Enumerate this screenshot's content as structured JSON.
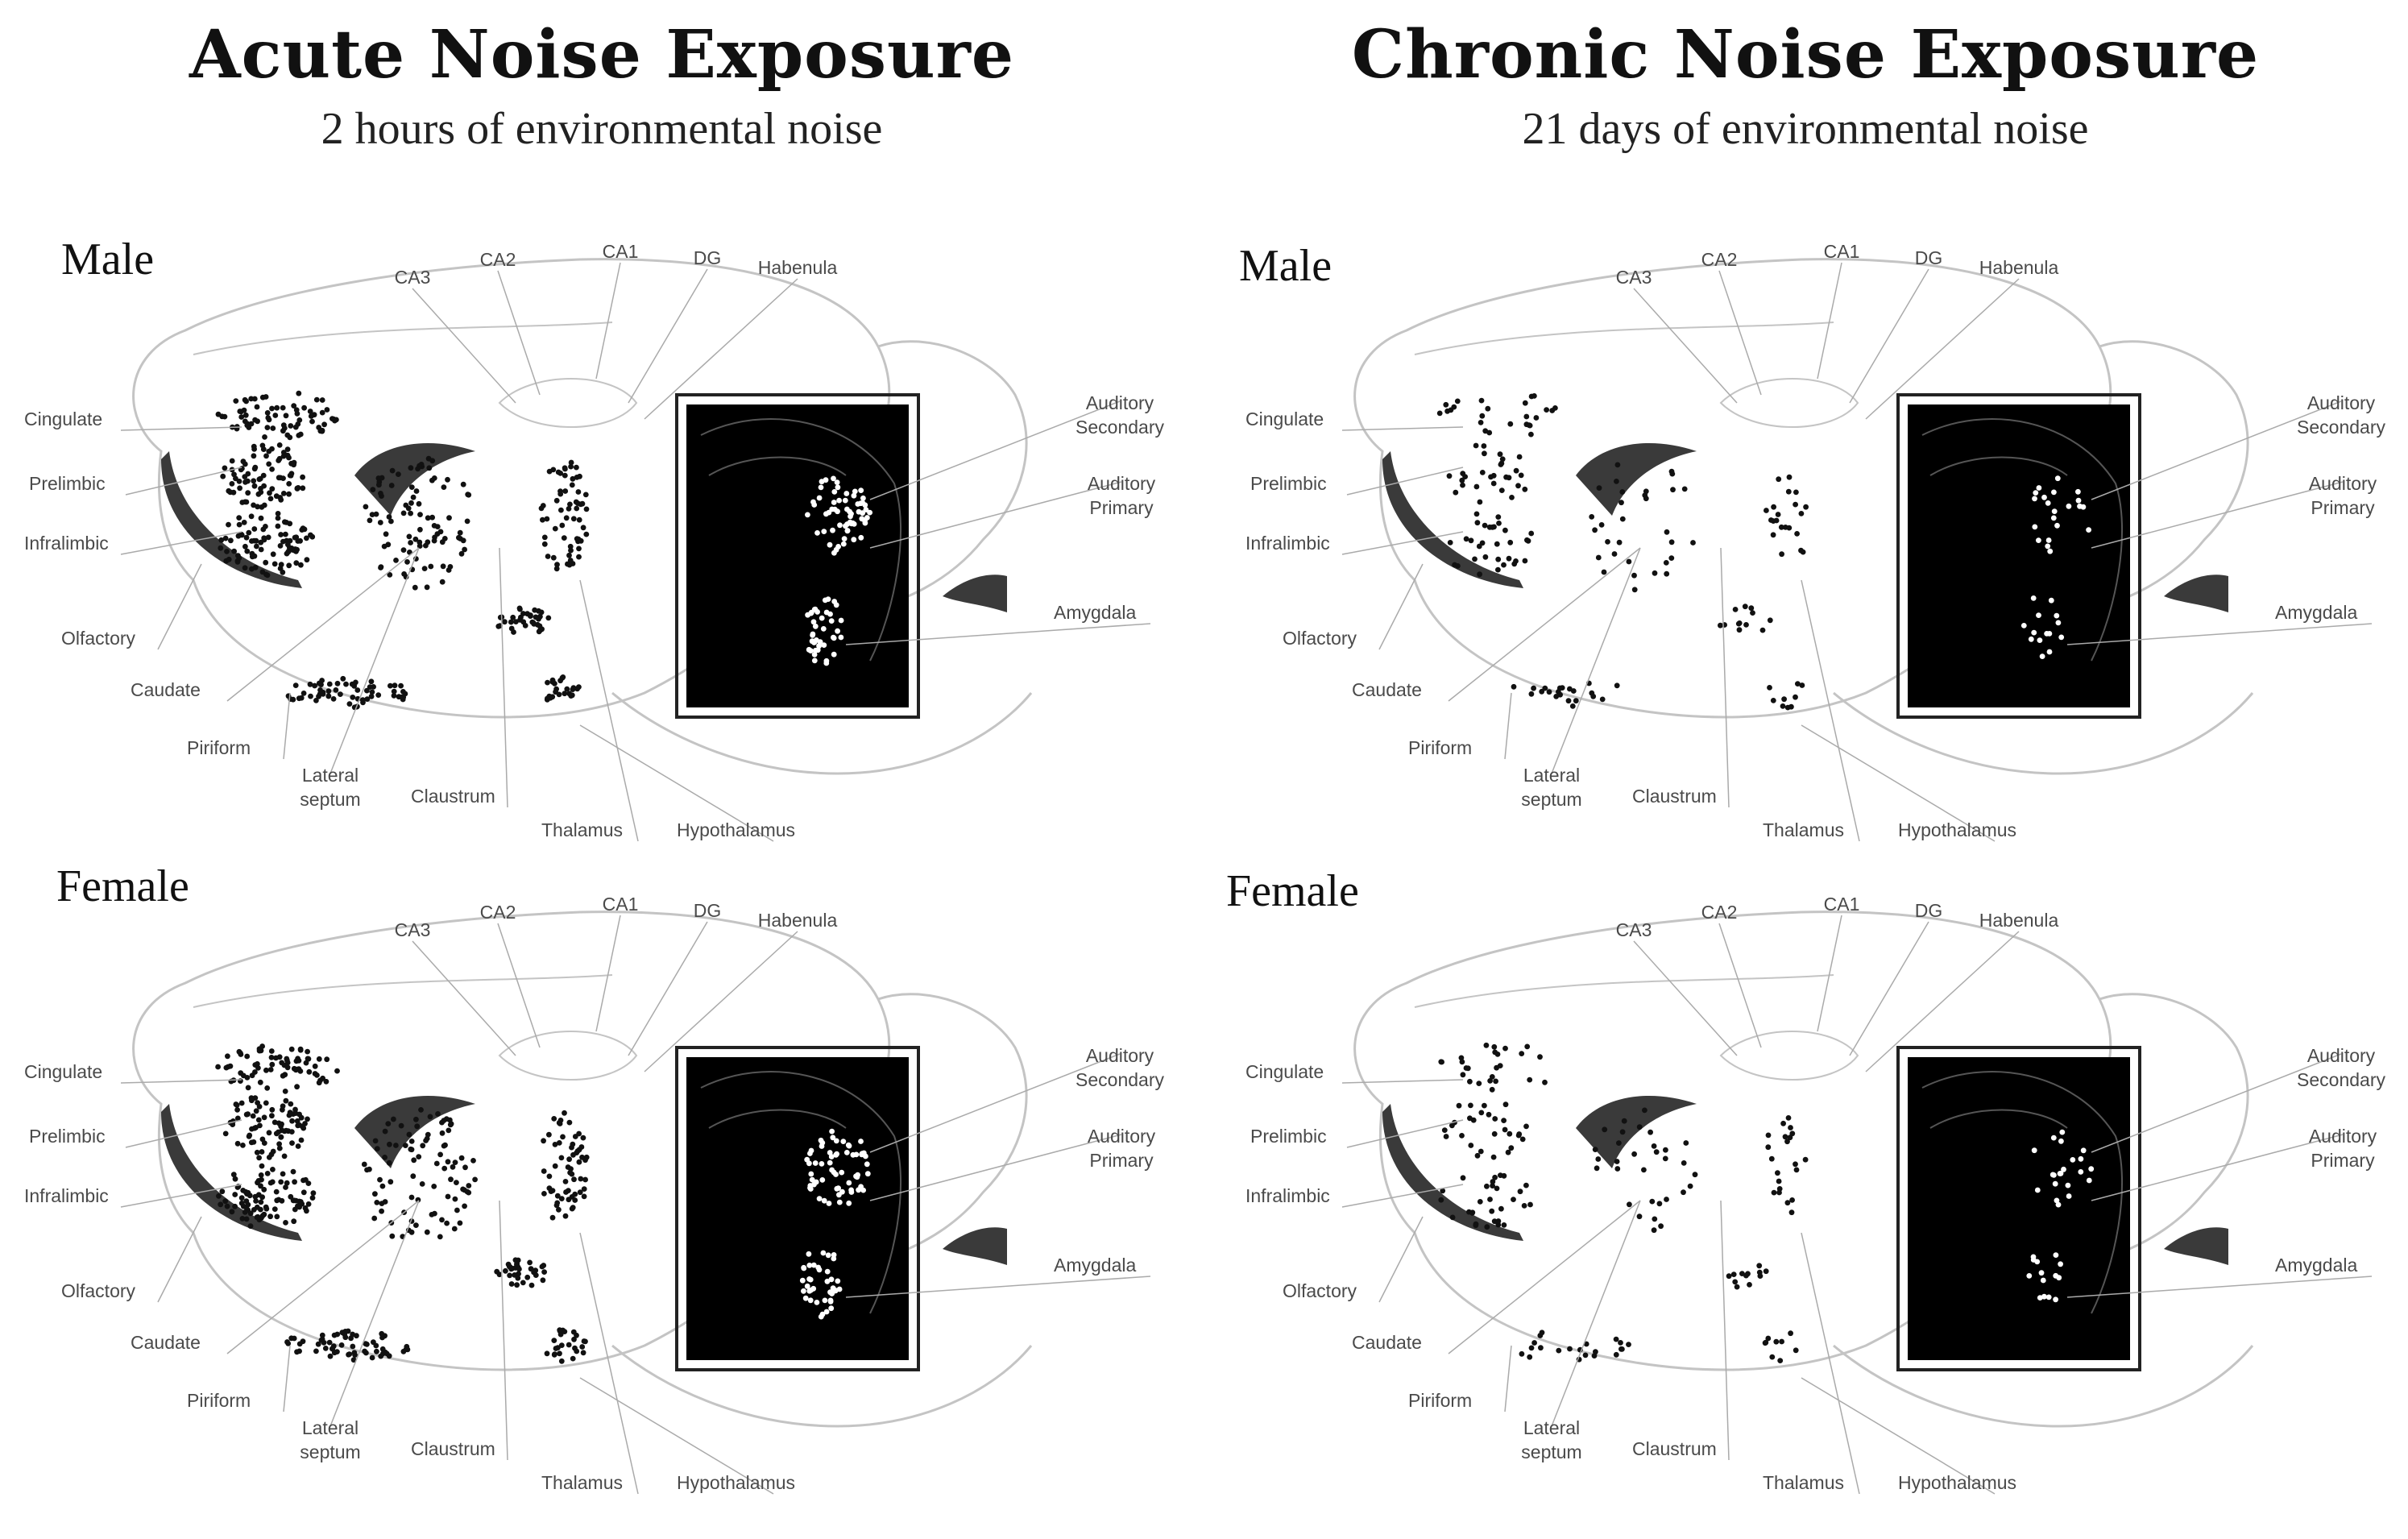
{
  "columns": [
    {
      "title": "Acute Noise Exposure",
      "subtitle": "2 hours of environmental noise"
    },
    {
      "title": "Chronic Noise Exposure",
      "subtitle": "21 days of environmental noise"
    }
  ],
  "panels": [
    {
      "sex": "Male",
      "exposure": "acute",
      "cell_density": "high"
    },
    {
      "sex": "Male",
      "exposure": "chronic",
      "cell_density": "low"
    },
    {
      "sex": "Female",
      "exposure": "acute",
      "cell_density": "high"
    },
    {
      "sex": "Female",
      "exposure": "chronic",
      "cell_density": "low"
    }
  ],
  "region_labels": {
    "ca3": "CA3",
    "ca2": "CA2",
    "ca1": "CA1",
    "dg": "DG",
    "habenula": "Habenula",
    "cingulate": "Cingulate",
    "prelimbic": "Prelimbic",
    "infralimbic": "Infralimbic",
    "olfactory": "Olfactory",
    "caudate": "Caudate",
    "piriform": "Piriform",
    "lateral": "Lateral",
    "septum": "septum",
    "claustrum": "Claustrum",
    "thalamus": "Thalamus",
    "hypothalamus": "Hypothalamus",
    "auditory": "Auditory",
    "secondary": "Secondary",
    "primary": "Primary",
    "amygdala": "Amygdala"
  },
  "colors": {
    "outline": "#c4c4c4",
    "cell": "#111111",
    "ventricle": "#3a3a3a",
    "label": "#4a4a4a",
    "inset_bg": "#000000"
  }
}
